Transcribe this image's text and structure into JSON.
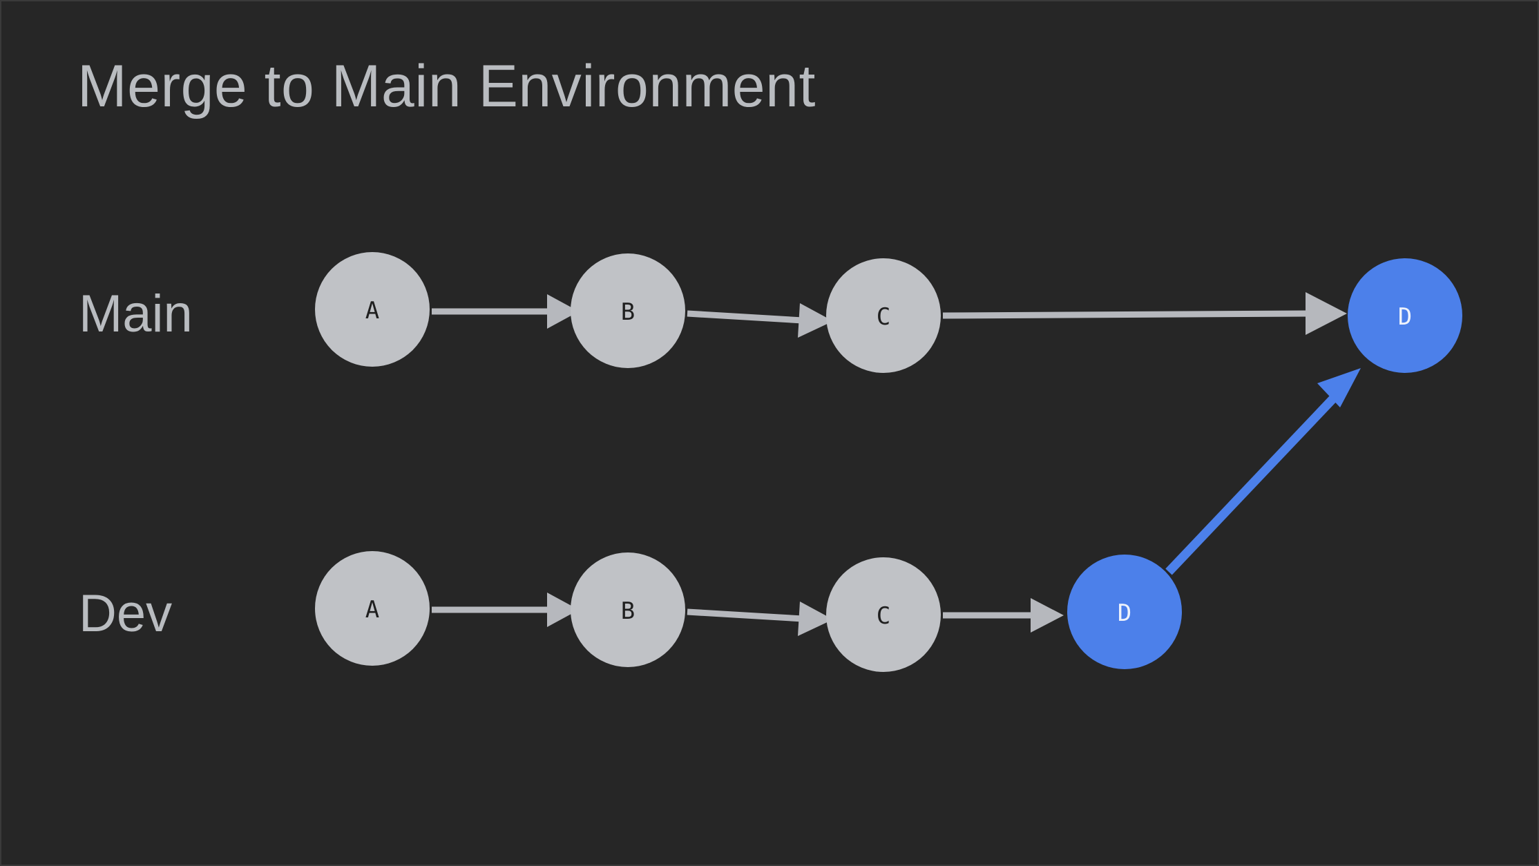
{
  "page": {
    "title": "Merge to Main Environment",
    "background_color": "#262626",
    "title_color": "#b9bcc0"
  },
  "colors": {
    "background": "#262626",
    "border": "#3a3a3a",
    "commit_gray": "#c0c2c6",
    "commit_blue": "#4c80ea",
    "edge_gray": "#b6b8bd",
    "edge_blue": "#4c80ea",
    "label_dark": "#1f1f1f",
    "label_light": "#eef2fb",
    "text_gray": "#b9bcc0"
  },
  "lanes": [
    {
      "id": "main",
      "label": "Main",
      "commits": [
        {
          "id": "main-a",
          "label": "A",
          "highlight": false
        },
        {
          "id": "main-b",
          "label": "B",
          "highlight": false
        },
        {
          "id": "main-c",
          "label": "C",
          "highlight": false
        },
        {
          "id": "main-d",
          "label": "D",
          "highlight": true
        }
      ]
    },
    {
      "id": "dev",
      "label": "Dev",
      "commits": [
        {
          "id": "dev-a",
          "label": "A",
          "highlight": false
        },
        {
          "id": "dev-b",
          "label": "B",
          "highlight": false
        },
        {
          "id": "dev-c",
          "label": "C",
          "highlight": false
        },
        {
          "id": "dev-d",
          "label": "D",
          "highlight": true
        }
      ]
    }
  ],
  "edges": [
    {
      "id": "main-a-b",
      "from": "main-a",
      "to": "main-b",
      "kind": "gray"
    },
    {
      "id": "main-b-c",
      "from": "main-b",
      "to": "main-c",
      "kind": "gray"
    },
    {
      "id": "main-c-d",
      "from": "main-c",
      "to": "main-d",
      "kind": "gray"
    },
    {
      "id": "dev-a-b",
      "from": "dev-a",
      "to": "dev-b",
      "kind": "gray"
    },
    {
      "id": "dev-b-c",
      "from": "dev-b",
      "to": "dev-c",
      "kind": "gray"
    },
    {
      "id": "dev-c-d",
      "from": "dev-c",
      "to": "dev-d",
      "kind": "gray"
    },
    {
      "id": "merge-dev-d-to-main-d",
      "from": "dev-d",
      "to": "main-d",
      "kind": "blue"
    }
  ]
}
